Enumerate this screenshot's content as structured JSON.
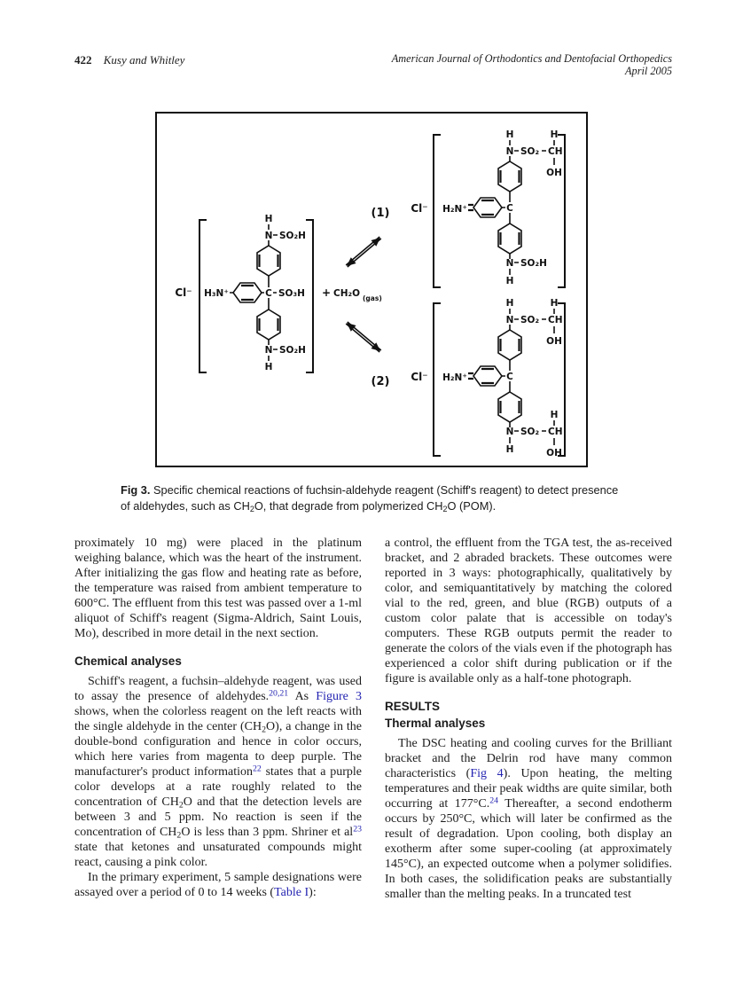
{
  "header": {
    "page_number": "422",
    "running_authors": "Kusy and Whitley",
    "journal_line1": "American Journal of Orthodontics and Dentofacial Orthopedics",
    "journal_line2": "April 2005"
  },
  "figure": {
    "labels": {
      "cl_minus": "Cl⁻",
      "h3n_plus": "H₃N⁺",
      "h2n_plus": "H₂N⁺",
      "C": "C",
      "N": "N",
      "H": "H",
      "OH": "OH",
      "SO3H": "SO₃H",
      "SO2H": "SO₂H",
      "SO2": "SO₂",
      "CH": "CH",
      "plus": "+",
      "CH2O": "CH₂O",
      "gas": "(gas)",
      "eq1": "(1)",
      "eq2": "(2)"
    }
  },
  "caption": {
    "segments": [
      {
        "t": "Fig 3.",
        "y": "bold"
      },
      {
        "t": "  Specific chemical reactions of fuchsin-aldehyde reagent (Schiff's reagent) to detect presence of aldehydes, such as CH",
        "y": "plain"
      },
      {
        "t": "2",
        "y": "sub"
      },
      {
        "t": "O, that degrade from polymerized CH",
        "y": "plain"
      },
      {
        "t": "2",
        "y": "sub"
      },
      {
        "t": "O (POM).",
        "y": "plain"
      }
    ]
  },
  "body": {
    "left": {
      "para_cont": [
        {
          "t": "proximately 10 mg) were placed in the platinum weighing balance, which was the heart of the instrument. After initializing the gas flow and heating rate as before, the temperature was raised from ambient temperature to 600°C. The effluent from this test was passed over a 1-ml aliquot of Schiff's reagent (Sigma-Aldrich, Saint Louis, Mo), described in more detail in the next section.",
          "y": "plain"
        }
      ],
      "heading": "Chemical analyses",
      "para1": [
        {
          "t": "Schiff's reagent, a fuchsin–aldehyde reagent, was used to assay the presence of aldehydes.",
          "y": "plain"
        },
        {
          "t": "20,21",
          "y": "suplink"
        },
        {
          "t": " As ",
          "y": "plain"
        },
        {
          "t": "Figure 3",
          "y": "link"
        },
        {
          "t": " shows, when the colorless reagent on the left reacts with the single aldehyde in the center (CH",
          "y": "plain"
        },
        {
          "t": "2",
          "y": "sub"
        },
        {
          "t": "O), a change in the double-bond configuration and hence in color occurs, which here varies from magenta to deep purple. The manufacturer's product information",
          "y": "plain"
        },
        {
          "t": "22",
          "y": "suplink"
        },
        {
          "t": " states that a purple color develops at a rate roughly related to the concentration of CH",
          "y": "plain"
        },
        {
          "t": "2",
          "y": "sub"
        },
        {
          "t": "O and that the detection levels are between 3 and 5 ppm. No reaction is seen if the concentration of CH",
          "y": "plain"
        },
        {
          "t": "2",
          "y": "sub"
        },
        {
          "t": "O is less than 3 ppm. Shriner et al",
          "y": "plain"
        },
        {
          "t": "23",
          "y": "suplink"
        },
        {
          "t": " state that ketones and unsaturated compounds might react, causing a pink color.",
          "y": "plain"
        }
      ],
      "para2": [
        {
          "t": "In the primary experiment, 5 sample designations were assayed over a period of 0 to 14 weeks (",
          "y": "plain"
        },
        {
          "t": "Table I",
          "y": "link"
        },
        {
          "t": "):",
          "y": "plain"
        }
      ]
    },
    "right": {
      "para_cont": [
        {
          "t": "a control, the effluent from the TGA test, the as-received bracket, and 2 abraded brackets. These outcomes were reported in 3 ways: photographically, qualitatively by color, and semiquantitatively by matching the colored vial to the red, green, and blue (RGB) outputs of a custom color palate that is accessible on today's computers. These RGB outputs permit the reader to generate the colors of the vials even if the photograph has experienced a color shift during publication or if the figure is available only as a half-tone photograph.",
          "y": "plain"
        }
      ],
      "results_heading": "RESULTS",
      "thermal_heading": "Thermal analyses",
      "para1": [
        {
          "t": "The DSC heating and cooling curves for the Brilliant bracket and the Delrin rod have many common characteristics (",
          "y": "plain"
        },
        {
          "t": "Fig 4",
          "y": "link"
        },
        {
          "t": "). Upon heating, the melting temperatures and their peak widths are quite similar, both occurring at 177°C.",
          "y": "plain"
        },
        {
          "t": "24",
          "y": "suplink"
        },
        {
          "t": " Thereafter, a second endotherm occurs by 250°C, which will later be confirmed as the result of degradation. Upon cooling, both display an exotherm after some super-cooling (at approximately 145°C), an expected outcome when a polymer solidifies. In both cases, the solidification peaks are substantially smaller than the melting peaks. In a truncated test",
          "y": "plain"
        }
      ]
    }
  }
}
